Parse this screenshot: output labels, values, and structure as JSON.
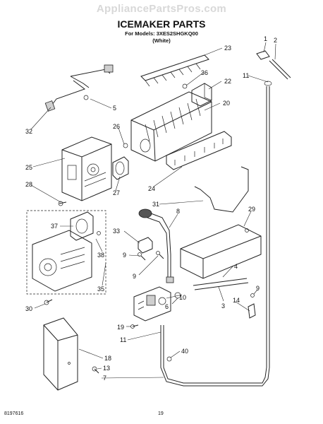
{
  "watermark": "AppliancePartsPros.com",
  "header": {
    "title": "ICEMAKER PARTS",
    "models_line": "For Models: 3XES2SHGKQ00",
    "color_line": "(White)"
  },
  "footer": {
    "doc_number": "8197616",
    "page_number": "19"
  },
  "callouts": [
    "1",
    "2",
    "23",
    "36",
    "11",
    "22",
    "5",
    "20",
    "26",
    "32",
    "25",
    "27",
    "24",
    "28",
    "31",
    "8",
    "29",
    "37",
    "33",
    "9",
    "38",
    "4",
    "9",
    "35",
    "10",
    "6",
    "3",
    "9",
    "14",
    "30",
    "19",
    "11",
    "40",
    "18",
    "13",
    "7"
  ]
}
